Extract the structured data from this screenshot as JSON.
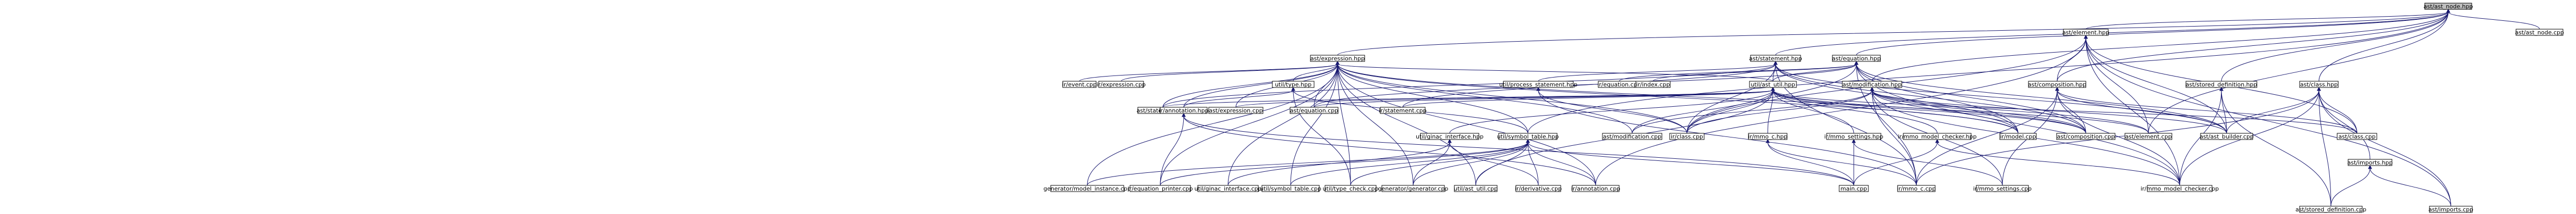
{
  "diagram": {
    "title": "",
    "colors": {
      "root_fill": "#bfbfbf",
      "node_fill": "#ffffff",
      "red_fill": "#ffffff",
      "red_stroke": "#ff0000",
      "edge": "#191970",
      "text": "#000000"
    },
    "nodes": [
      {
        "id": "n_ast_node_hpp",
        "label": "ast/ast_node.hpp",
        "root": true
      },
      {
        "id": "n_element_hpp",
        "label": "ast/element.hpp"
      },
      {
        "id": "n_ast_node_cpp",
        "label": "ast/ast_node.cpp"
      },
      {
        "id": "n_expression_hpp",
        "label": "ast/expression.hpp"
      },
      {
        "id": "n_statement_hpp",
        "label": "ast/statement.hpp"
      },
      {
        "id": "n_equation_hpp",
        "label": "ast/equation.hpp"
      },
      {
        "id": "n_event_cpp",
        "label": "ir/event.cpp"
      },
      {
        "id": "n_ir_expression_cpp",
        "label": "ir/expression.cpp"
      },
      {
        "id": "n_process_statement_hpp",
        "label": "util/process_statement.hpp",
        "red": true
      },
      {
        "id": "n_ir_equation_cpp",
        "label": "ir/equation.cpp"
      },
      {
        "id": "n_ir_index_cpp",
        "label": "ir/index.cpp"
      },
      {
        "id": "n_util_type_hpp",
        "label": "util/type.hpp",
        "red": true
      },
      {
        "id": "n_ast_util_hpp",
        "label": "util/ast_util.hpp"
      },
      {
        "id": "n_modification_hpp",
        "label": "ast/modification.hpp"
      },
      {
        "id": "n_composition_hpp",
        "label": "ast/composition.hpp"
      },
      {
        "id": "n_stored_definition_hpp",
        "label": "ast/stored_definition.hpp"
      },
      {
        "id": "n_class_hpp",
        "label": "ast/class.hpp"
      },
      {
        "id": "n_ast_statement_cpp",
        "label": "ast/statement.cpp"
      },
      {
        "id": "n_ast_expression_cpp",
        "label": "ast/expression.cpp"
      },
      {
        "id": "n_ast_equation_cpp",
        "label": "ast/equation.cpp"
      },
      {
        "id": "n_ir_annotation_hpp",
        "label": "ir/annotation.hpp",
        "red": true
      },
      {
        "id": "n_ir_statement_cpp",
        "label": "ir/statement.cpp"
      },
      {
        "id": "n_ginac_interface_hpp",
        "label": "util/ginac_interface.hpp"
      },
      {
        "id": "n_symbol_table_hpp",
        "label": "util/symbol_table.hpp",
        "red": true
      },
      {
        "id": "n_ast_modification_cpp",
        "label": "ast/modification.cpp"
      },
      {
        "id": "n_ir_class_cpp",
        "label": "ir/class.cpp"
      },
      {
        "id": "n_mmo_c_hpp",
        "label": "ir/mmo_c.hpp"
      },
      {
        "id": "n_mmo_settings_hpp",
        "label": "ir/mmo_settings.hpp"
      },
      {
        "id": "n_mmo_model_checker_hpp",
        "label": "ir/mmo_model_checker.hpp"
      },
      {
        "id": "n_ir_model_cpp",
        "label": "ir/model.cpp"
      },
      {
        "id": "n_ast_composition_cpp",
        "label": "ast/composition.cpp"
      },
      {
        "id": "n_ast_element_cpp",
        "label": "ast/element.cpp"
      },
      {
        "id": "n_ast_builder_cpp",
        "label": "ast/ast_builder.cpp"
      },
      {
        "id": "n_ast_class_cpp",
        "label": "ast/class.cpp"
      },
      {
        "id": "n_imports_hpp",
        "label": "ast/imports.hpp"
      },
      {
        "id": "n_model_instance_cpp",
        "label": "generator/model_instance.cpp"
      },
      {
        "id": "n_equation_printer_cpp",
        "label": "ir/equation_printer.cpp"
      },
      {
        "id": "n_ginac_interface_cpp",
        "label": "util/ginac_interface.cpp"
      },
      {
        "id": "n_symbol_table_cpp",
        "label": "util/symbol_table.cpp"
      },
      {
        "id": "n_type_check_cpp",
        "label": "util/type_check.cpp"
      },
      {
        "id": "n_generator_cpp",
        "label": "generator/generator.cpp"
      },
      {
        "id": "n_ast_util_cpp",
        "label": "util/ast_util.cpp"
      },
      {
        "id": "n_derivative_cpp",
        "label": "ir/derivative.cpp"
      },
      {
        "id": "n_ir_annotation_cpp",
        "label": "ir/annotation.cpp"
      },
      {
        "id": "n_main_cpp",
        "label": "main.cpp"
      },
      {
        "id": "n_mmo_c_cpp",
        "label": "ir/mmo_c.cpp"
      },
      {
        "id": "n_mmo_settings_cpp",
        "label": "ir/mmo_settings.cpp"
      },
      {
        "id": "n_mmo_model_checker_cpp",
        "label": "ir/mmo_model_checker.cpp"
      },
      {
        "id": "n_stored_definition_cpp",
        "label": "ast/stored_definition.cpp"
      },
      {
        "id": "n_imports_cpp",
        "label": "ast/imports.cpp"
      }
    ],
    "edges": [
      [
        "n_ast_node_hpp",
        "n_element_hpp"
      ],
      [
        "n_ast_node_hpp",
        "n_ast_node_cpp"
      ],
      [
        "n_ast_node_hpp",
        "n_expression_hpp"
      ],
      [
        "n_ast_node_hpp",
        "n_statement_hpp"
      ],
      [
        "n_ast_node_hpp",
        "n_equation_hpp"
      ],
      [
        "n_ast_node_hpp",
        "n_modification_hpp"
      ],
      [
        "n_ast_node_hpp",
        "n_composition_hpp"
      ],
      [
        "n_ast_node_hpp",
        "n_stored_definition_hpp"
      ],
      [
        "n_ast_node_hpp",
        "n_class_hpp"
      ],
      [
        "n_ast_node_hpp",
        "n_symbol_table_hpp"
      ],
      [
        "n_ast_node_hpp",
        "n_ast_element_cpp"
      ],
      [
        "n_element_hpp",
        "n_ast_element_cpp"
      ],
      [
        "n_element_hpp",
        "n_composition_hpp"
      ],
      [
        "n_element_hpp",
        "n_ast_builder_cpp"
      ],
      [
        "n_element_hpp",
        "n_ast_class_cpp"
      ],
      [
        "n_element_hpp",
        "n_ir_class_cpp"
      ],
      [
        "n_element_hpp",
        "n_ir_annotation_cpp"
      ],
      [
        "n_element_hpp",
        "n_mmo_model_checker_cpp"
      ],
      [
        "n_element_hpp",
        "n_imports_cpp"
      ],
      [
        "n_expression_hpp",
        "n_event_cpp"
      ],
      [
        "n_expression_hpp",
        "n_ir_expression_cpp"
      ],
      [
        "n_expression_hpp",
        "n_util_type_hpp"
      ],
      [
        "n_expression_hpp",
        "n_ast_util_hpp"
      ],
      [
        "n_expression_hpp",
        "n_ast_statement_cpp"
      ],
      [
        "n_expression_hpp",
        "n_ast_expression_cpp"
      ],
      [
        "n_expression_hpp",
        "n_ast_equation_cpp"
      ],
      [
        "n_expression_hpp",
        "n_ir_annotation_hpp"
      ],
      [
        "n_expression_hpp",
        "n_symbol_table_hpp"
      ],
      [
        "n_expression_hpp",
        "n_ast_modification_cpp"
      ],
      [
        "n_expression_hpp",
        "n_ir_class_cpp"
      ],
      [
        "n_expression_hpp",
        "n_ir_model_cpp"
      ],
      [
        "n_expression_hpp",
        "n_ast_composition_cpp"
      ],
      [
        "n_expression_hpp",
        "n_model_instance_cpp"
      ],
      [
        "n_expression_hpp",
        "n_equation_printer_cpp"
      ],
      [
        "n_expression_hpp",
        "n_ginac_interface_cpp"
      ],
      [
        "n_expression_hpp",
        "n_symbol_table_cpp"
      ],
      [
        "n_expression_hpp",
        "n_type_check_cpp"
      ],
      [
        "n_expression_hpp",
        "n_generator_cpp"
      ],
      [
        "n_expression_hpp",
        "n_ast_util_cpp"
      ],
      [
        "n_expression_hpp",
        "n_ir_annotation_cpp"
      ],
      [
        "n_statement_hpp",
        "n_process_statement_hpp"
      ],
      [
        "n_statement_hpp",
        "n_ast_util_hpp"
      ],
      [
        "n_statement_hpp",
        "n_ast_statement_cpp"
      ],
      [
        "n_statement_hpp",
        "n_ir_statement_cpp"
      ],
      [
        "n_statement_hpp",
        "n_ir_class_cpp"
      ],
      [
        "n_statement_hpp",
        "n_ir_model_cpp"
      ],
      [
        "n_statement_hpp",
        "n_ast_composition_cpp"
      ],
      [
        "n_statement_hpp",
        "n_ast_builder_cpp"
      ],
      [
        "n_statement_hpp",
        "n_mmo_c_cpp"
      ],
      [
        "n_equation_hpp",
        "n_ir_equation_cpp"
      ],
      [
        "n_equation_hpp",
        "n_ir_index_cpp"
      ],
      [
        "n_equation_hpp",
        "n_ast_util_hpp"
      ],
      [
        "n_equation_hpp",
        "n_ast_equation_cpp"
      ],
      [
        "n_equation_hpp",
        "n_ir_class_cpp"
      ],
      [
        "n_equation_hpp",
        "n_ir_model_cpp"
      ],
      [
        "n_equation_hpp",
        "n_ast_composition_cpp"
      ],
      [
        "n_equation_hpp",
        "n_ast_builder_cpp"
      ],
      [
        "n_equation_hpp",
        "n_mmo_c_cpp"
      ],
      [
        "n_equation_hpp",
        "n_mmo_model_checker_cpp"
      ],
      [
        "n_process_statement_hpp",
        "n_ir_class_cpp"
      ],
      [
        "n_process_statement_hpp",
        "n_mmo_c_cpp"
      ],
      [
        "n_util_type_hpp",
        "n_ir_annotation_hpp"
      ],
      [
        "n_util_type_hpp",
        "n_symbol_table_hpp"
      ],
      [
        "n_util_type_hpp",
        "n_type_check_cpp"
      ],
      [
        "n_ast_util_hpp",
        "n_ast_statement_cpp"
      ],
      [
        "n_ast_util_hpp",
        "n_ast_expression_cpp"
      ],
      [
        "n_ast_util_hpp",
        "n_ast_equation_cpp"
      ],
      [
        "n_ast_util_hpp",
        "n_ir_statement_cpp"
      ],
      [
        "n_ast_util_hpp",
        "n_ginac_interface_hpp"
      ],
      [
        "n_ast_util_hpp",
        "n_ast_modification_cpp"
      ],
      [
        "n_ast_util_hpp",
        "n_ir_class_cpp"
      ],
      [
        "n_ast_util_hpp",
        "n_mmo_c_hpp"
      ],
      [
        "n_ast_util_hpp",
        "n_mmo_settings_hpp"
      ],
      [
        "n_ast_util_hpp",
        "n_mmo_model_checker_hpp"
      ],
      [
        "n_ast_util_hpp",
        "n_ir_model_cpp"
      ],
      [
        "n_ast_util_hpp",
        "n_ast_composition_cpp"
      ],
      [
        "n_ast_util_hpp",
        "n_ast_element_cpp"
      ],
      [
        "n_ast_util_hpp",
        "n_ast_class_cpp"
      ],
      [
        "n_ast_util_hpp",
        "n_ast_util_cpp"
      ],
      [
        "n_modification_hpp",
        "n_ast_modification_cpp"
      ],
      [
        "n_modification_hpp",
        "n_ir_class_cpp"
      ],
      [
        "n_modification_hpp",
        "n_ir_model_cpp"
      ],
      [
        "n_modification_hpp",
        "n_ast_composition_cpp"
      ],
      [
        "n_modification_hpp",
        "n_ast_element_cpp"
      ],
      [
        "n_modification_hpp",
        "n_ast_builder_cpp"
      ],
      [
        "n_modification_hpp",
        "n_mmo_c_cpp"
      ],
      [
        "n_modification_hpp",
        "n_mmo_settings_cpp"
      ],
      [
        "n_modification_hpp",
        "n_mmo_model_checker_cpp"
      ],
      [
        "n_composition_hpp",
        "n_ast_composition_cpp"
      ],
      [
        "n_composition_hpp",
        "n_ast_builder_cpp"
      ],
      [
        "n_composition_hpp",
        "n_ast_class_cpp"
      ],
      [
        "n_composition_hpp",
        "n_mmo_c_cpp"
      ],
      [
        "n_composition_hpp",
        "n_mmo_settings_cpp"
      ],
      [
        "n_composition_hpp",
        "n_mmo_model_checker_cpp"
      ],
      [
        "n_stored_definition_hpp",
        "n_ast_builder_cpp"
      ],
      [
        "n_stored_definition_hpp",
        "n_stored_definition_cpp"
      ],
      [
        "n_stored_definition_hpp",
        "n_mmo_model_checker_cpp"
      ],
      [
        "n_class_hpp",
        "n_ast_builder_cpp"
      ],
      [
        "n_class_hpp",
        "n_ast_class_cpp"
      ],
      [
        "n_class_hpp",
        "n_imports_hpp"
      ],
      [
        "n_class_hpp",
        "n_stored_definition_cpp"
      ],
      [
        "n_class_hpp",
        "n_mmo_model_checker_cpp"
      ],
      [
        "n_class_hpp",
        "n_mmo_c_cpp"
      ],
      [
        "n_class_hpp",
        "n_imports_cpp"
      ],
      [
        "n_imports_hpp",
        "n_stored_definition_cpp"
      ],
      [
        "n_imports_hpp",
        "n_imports_cpp"
      ],
      [
        "n_ir_annotation_hpp",
        "n_equation_printer_cpp"
      ],
      [
        "n_ir_annotation_hpp",
        "n_ir_annotation_cpp"
      ],
      [
        "n_ir_annotation_hpp",
        "n_main_cpp"
      ],
      [
        "n_ginac_interface_hpp",
        "n_ginac_interface_cpp"
      ],
      [
        "n_ginac_interface_hpp",
        "n_generator_cpp"
      ],
      [
        "n_ginac_interface_hpp",
        "n_derivative_cpp"
      ],
      [
        "n_symbol_table_hpp",
        "n_model_instance_cpp"
      ],
      [
        "n_symbol_table_hpp",
        "n_equation_printer_cpp"
      ],
      [
        "n_symbol_table_hpp",
        "n_symbol_table_cpp"
      ],
      [
        "n_symbol_table_hpp",
        "n_type_check_cpp"
      ],
      [
        "n_symbol_table_hpp",
        "n_generator_cpp"
      ],
      [
        "n_symbol_table_hpp",
        "n_ast_util_cpp"
      ],
      [
        "n_symbol_table_hpp",
        "n_derivative_cpp"
      ],
      [
        "n_symbol_table_hpp",
        "n_ir_annotation_cpp"
      ],
      [
        "n_symbol_table_hpp",
        "n_main_cpp"
      ],
      [
        "n_mmo_c_hpp",
        "n_main_cpp"
      ],
      [
        "n_mmo_c_hpp",
        "n_mmo_c_cpp"
      ],
      [
        "n_mmo_settings_hpp",
        "n_main_cpp"
      ],
      [
        "n_mmo_settings_hpp",
        "n_mmo_settings_cpp"
      ],
      [
        "n_mmo_model_checker_hpp",
        "n_main_cpp"
      ],
      [
        "n_mmo_model_checker_hpp",
        "n_mmo_model_checker_cpp"
      ]
    ]
  }
}
